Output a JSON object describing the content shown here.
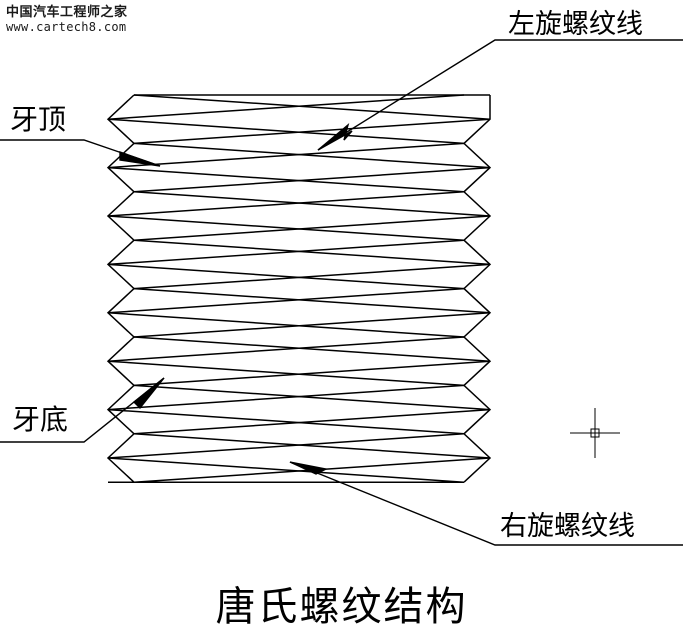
{
  "watermark": {
    "site_name": "中国汽车工程师之家",
    "url": "www.cartech8.com"
  },
  "labels": {
    "left_hand_thread_line": "左旋螺纹线",
    "right_hand_thread_line": "右旋螺纹线",
    "thread_crest": "牙顶",
    "thread_root": "牙底"
  },
  "caption": "唐氏螺纹结构",
  "colors": {
    "line": "#000000",
    "background": "#ffffff"
  }
}
